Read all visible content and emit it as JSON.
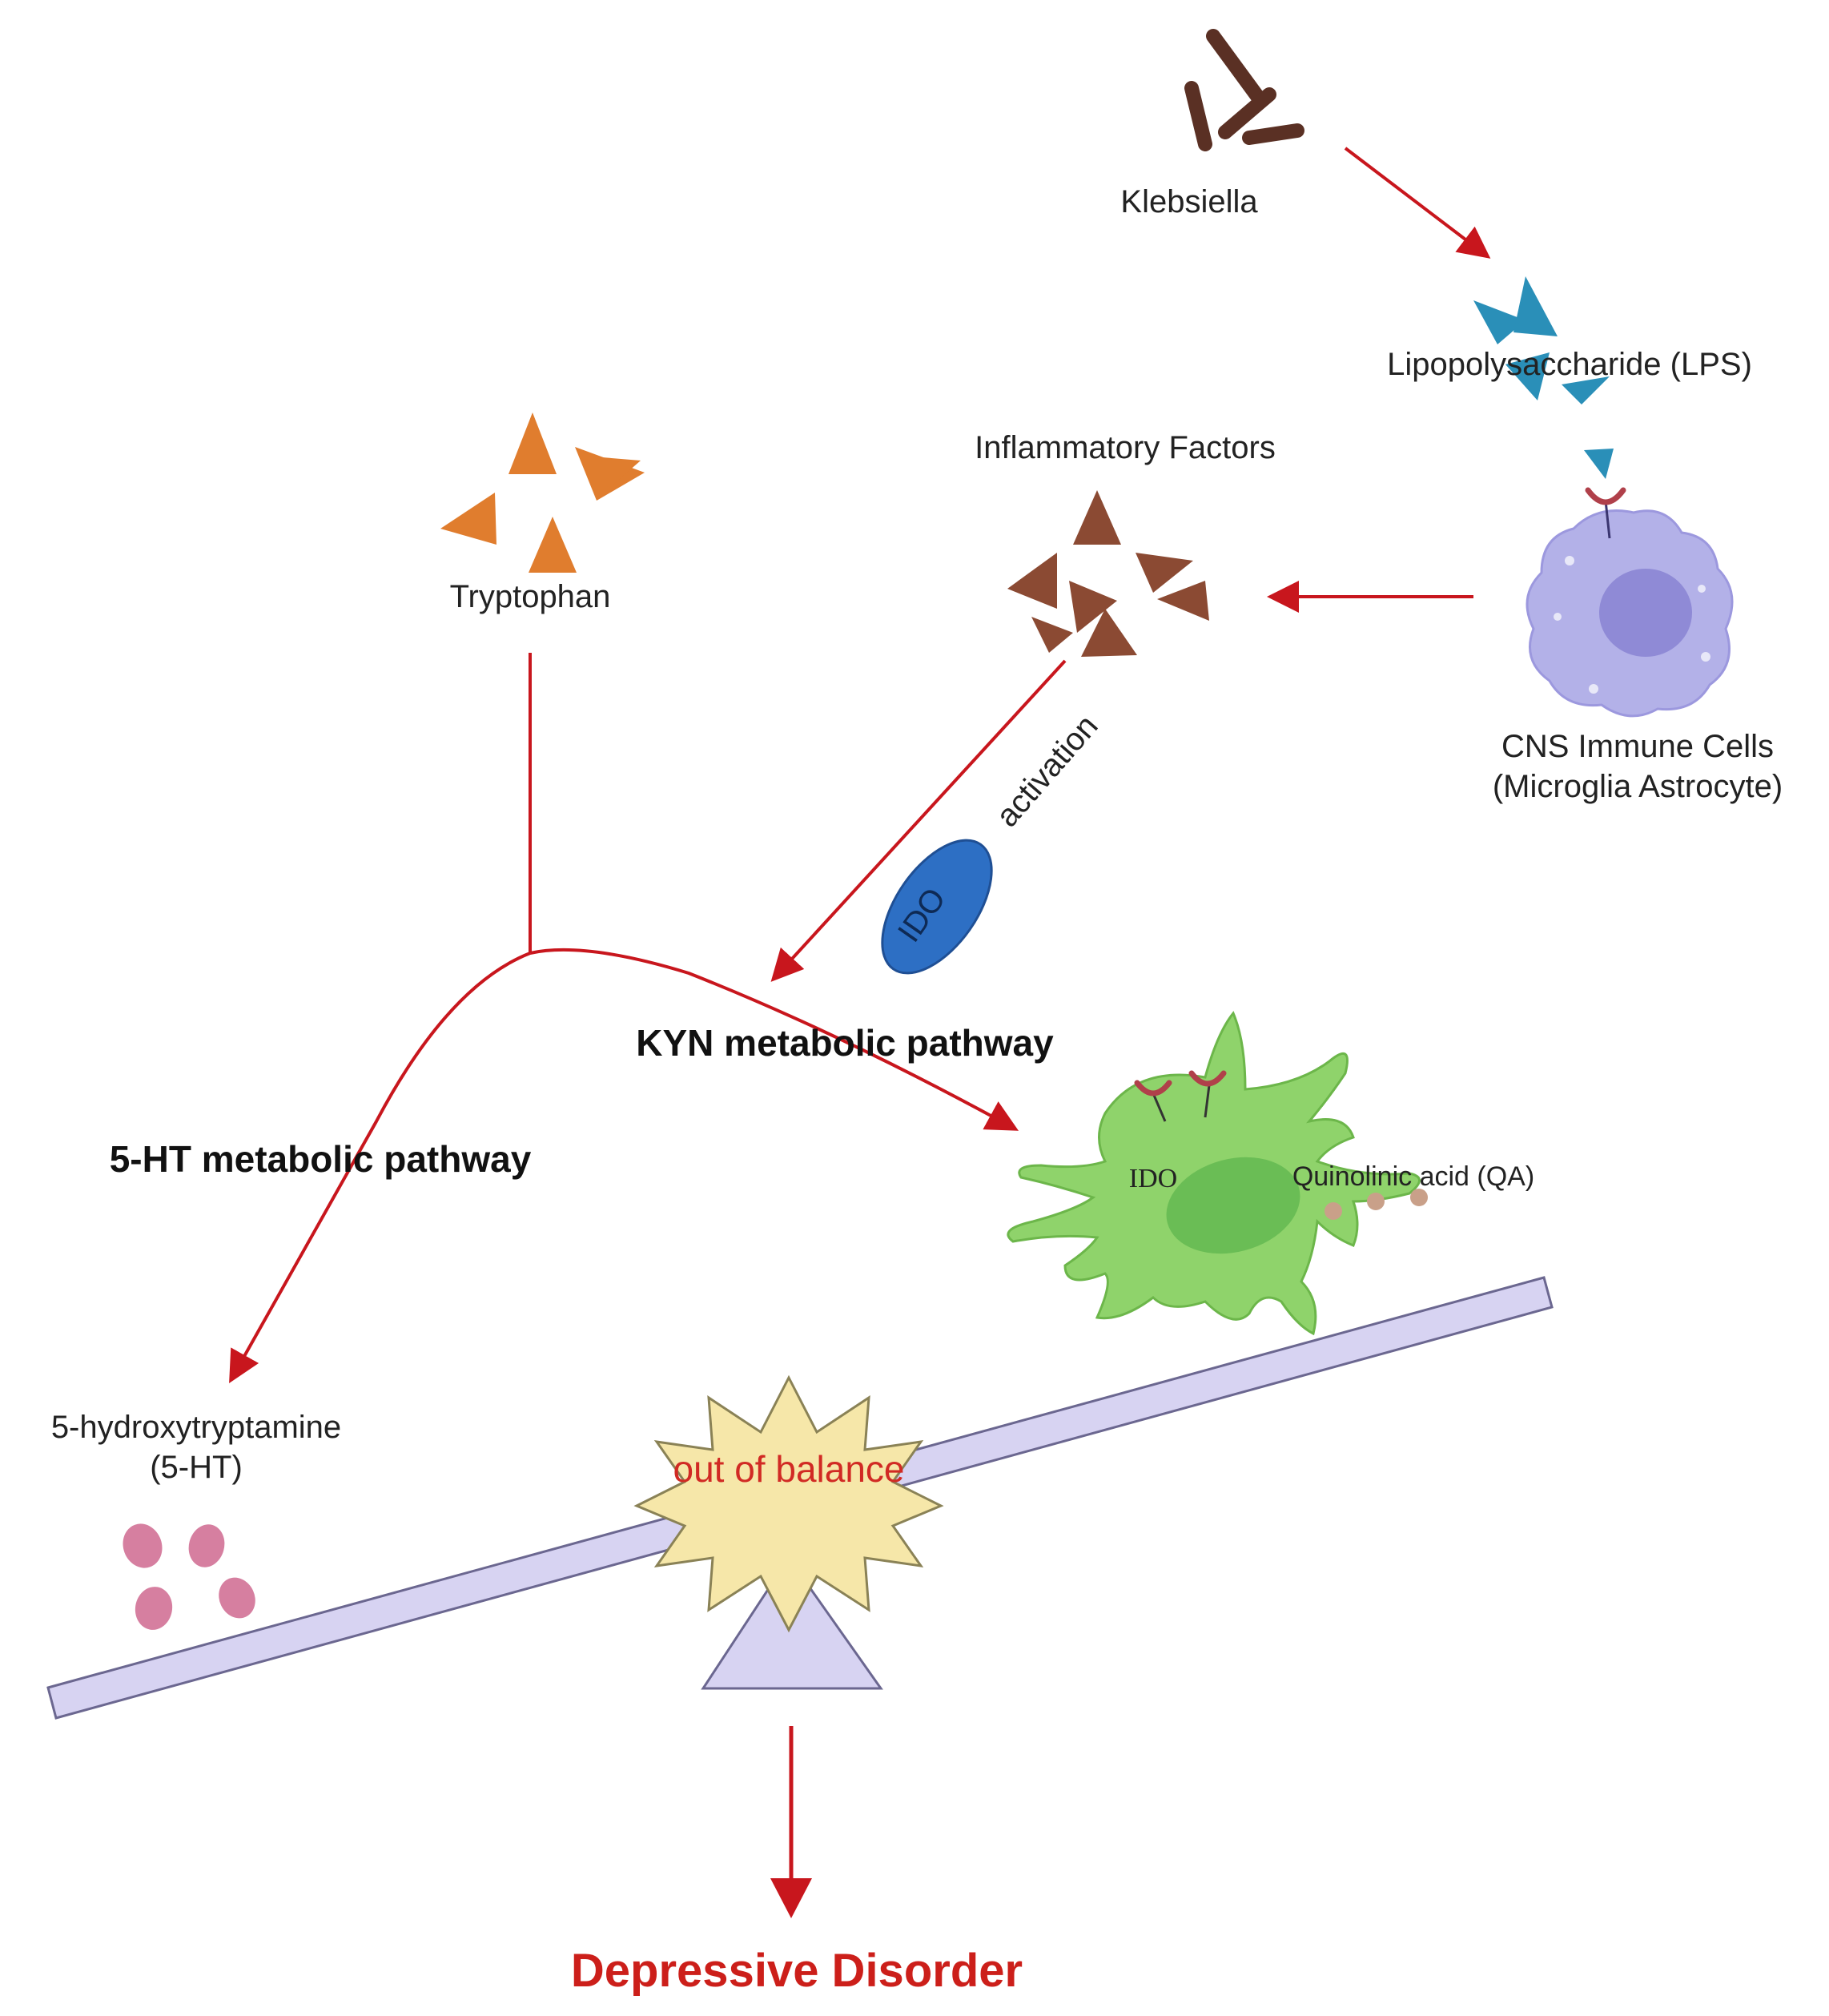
{
  "labels": {
    "klebsiella": "Klebsiella",
    "lps": "Lipopolysaccharide (LPS)",
    "inflammatory_factors": "Inflammatory Factors",
    "cns_line1": "CNS Immune Cells",
    "cns_line2": "(Microglia Astrocyte)",
    "tryptophan": "Tryptophan",
    "activation": "activation",
    "ido_enzyme": "IDO",
    "kyn_pathway": "KYN metabolic pathway",
    "ht_pathway": "5-HT metabolic pathway",
    "ido_cell": "IDO",
    "qa": "Quinolinic acid (QA)",
    "serotonin_line1": "5-hydroxytryptamine",
    "serotonin_line2": "(5-HT)",
    "balance": "out of balance",
    "outcome": "Depressive Disorder"
  },
  "colors": {
    "arrow": "#c8161d",
    "bacteria": "#5a3024",
    "lps": "#2a8fb8",
    "inflammatory": "#8b4a33",
    "tryptophan": "#e07d2e",
    "immune_cell": "#b3b1e8",
    "immune_nucleus": "#8f8ad6",
    "ido_enzyme": "#2d6fc4",
    "microglia": "#8fd36b",
    "microglia_nucleus": "#5eb64e",
    "qa_dots": "#c9a089",
    "serotonin": "#d67fa0",
    "seesaw": "#d7d3f2",
    "burst": "#f6e7a9",
    "balance_text": "#d12a24",
    "outcome_text": "#cc1f1a"
  }
}
